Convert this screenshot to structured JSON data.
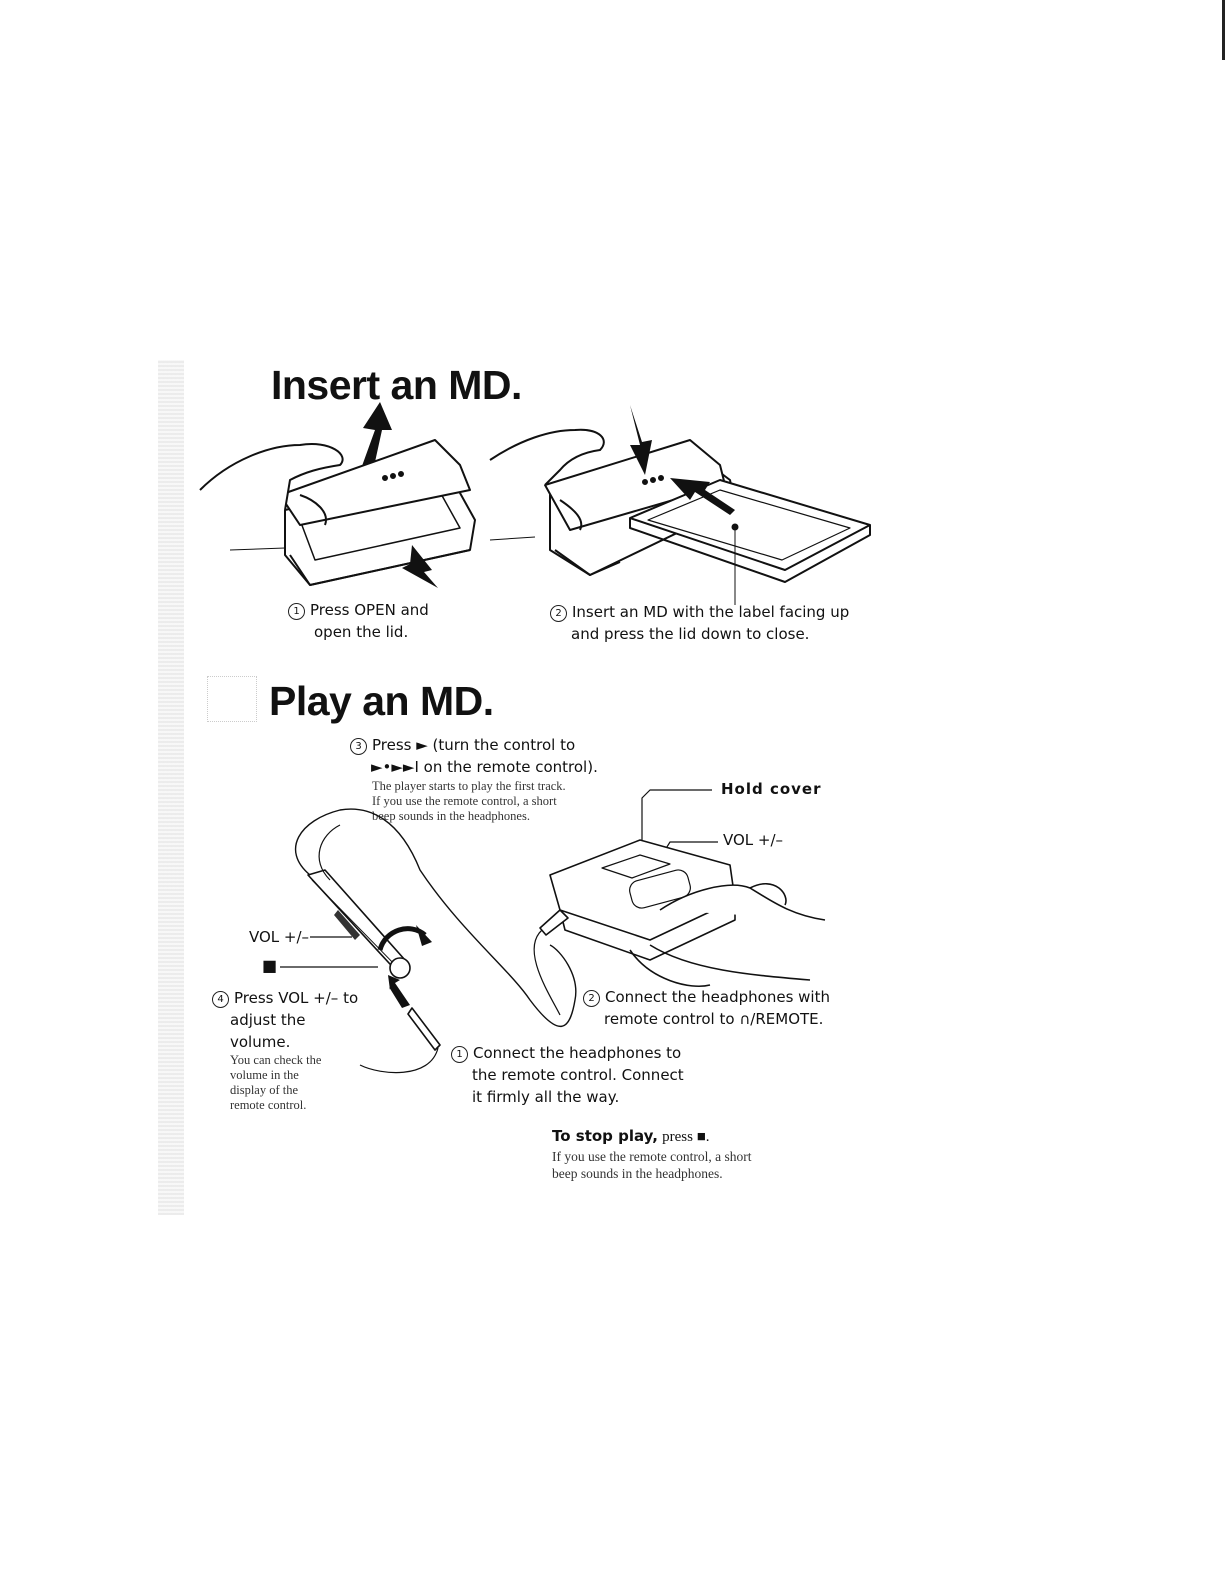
{
  "sections": {
    "insert": {
      "title": "Insert an MD.",
      "step1": {
        "num": "1",
        "line1": "Press OPEN and",
        "line2": "open the lid."
      },
      "step2": {
        "num": "2",
        "line1": "Insert an MD with the label facing up",
        "line2": "and press the lid down to close."
      }
    },
    "play": {
      "title": "Play an MD.",
      "step3": {
        "num": "3",
        "line1": "Press ► (turn the control to",
        "line2": "►•►►I on the remote control).",
        "note": [
          "The player starts to play the first track.",
          "If you use the remote control, a short",
          "beep sounds in the headphones."
        ]
      },
      "step4": {
        "num": "4",
        "line1": "Press VOL +/– to",
        "line2": "adjust the",
        "line3": "volume.",
        "note": [
          "You can check the",
          "volume in the",
          "display of the",
          "remote control."
        ]
      },
      "connect1": {
        "num": "1",
        "line1": "Connect the headphones to",
        "line2": "the remote control. Connect",
        "line3": "it firmly all the way."
      },
      "connect2": {
        "num": "2",
        "line1": "Connect the headphones with",
        "line2": "remote control to ∩/REMOTE."
      },
      "labels": {
        "hold_cover": "Hold  cover",
        "vol_right": "VOL +/–",
        "vol_left": "VOL +/–",
        "stop_symbol": "■"
      },
      "stop": {
        "lead": "To stop play,",
        "rest": "press ■.",
        "note": [
          "If you use the remote control, a short",
          "beep sounds in the headphones."
        ]
      }
    }
  }
}
